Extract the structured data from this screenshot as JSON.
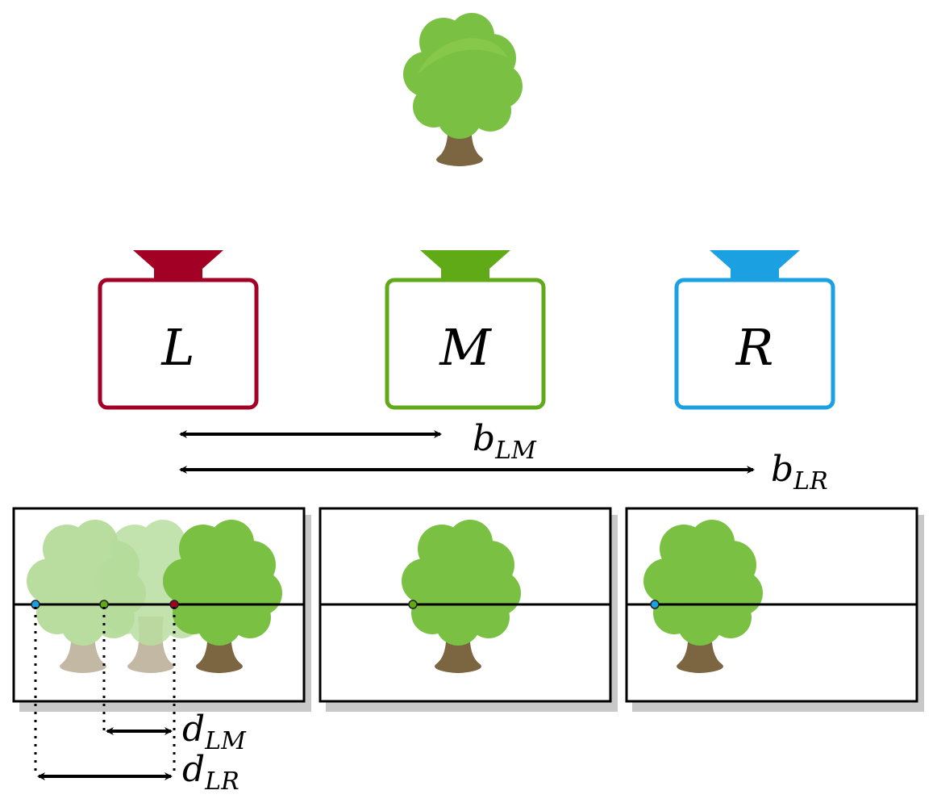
{
  "colors": {
    "left": "#a20025",
    "middle": "#60a917",
    "right": "#1ba1e2",
    "foliage": "#7ac143",
    "foliage_dark": "#5fae33",
    "foliage_highlight": "#8fcd50",
    "trunk": "#7c6641",
    "ghost_foliage": "#b6dc9a",
    "ghost_trunk": "#c0b5a0",
    "shadow": "#c8c8c8"
  },
  "cameras": [
    {
      "key": "L",
      "label": "L",
      "color_key": "left",
      "icon": "camera-icon"
    },
    {
      "key": "M",
      "label": "M",
      "color_key": "middle",
      "icon": "camera-icon"
    },
    {
      "key": "R",
      "label": "R",
      "color_key": "right",
      "icon": "camera-icon"
    }
  ],
  "baselines": {
    "lm": {
      "base": "b",
      "sub": "LM"
    },
    "lr": {
      "base": "b",
      "sub": "LR"
    }
  },
  "disparities": {
    "lm": {
      "base": "d",
      "sub": "LM"
    },
    "lr": {
      "base": "d",
      "sub": "LR"
    }
  },
  "images": [
    {
      "key": "L",
      "content": "tree with ghost projections from M and R"
    },
    {
      "key": "M",
      "content": "tree"
    },
    {
      "key": "R",
      "content": "tree"
    }
  ],
  "icons": {
    "tree": "tree-icon",
    "camera": "camera-icon"
  }
}
